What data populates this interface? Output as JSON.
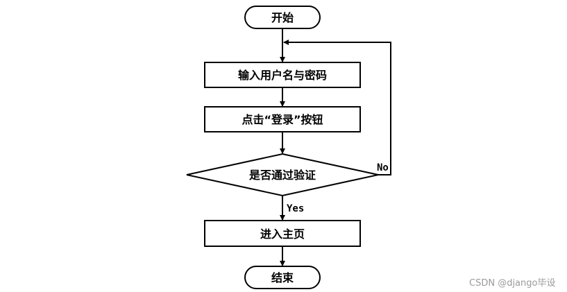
{
  "nodes": {
    "start": "开始",
    "input": "输入用户名与密码",
    "click": "点击“登录”按钮",
    "decision": "是否通过验证",
    "home": "进入主页",
    "end": "结束"
  },
  "edges": {
    "yes": "Yes",
    "no": "No"
  },
  "watermark": "CSDN @django毕设",
  "colors": {
    "stroke": "#000000",
    "background": "#ffffff",
    "watermark": "#9a9a9a"
  }
}
